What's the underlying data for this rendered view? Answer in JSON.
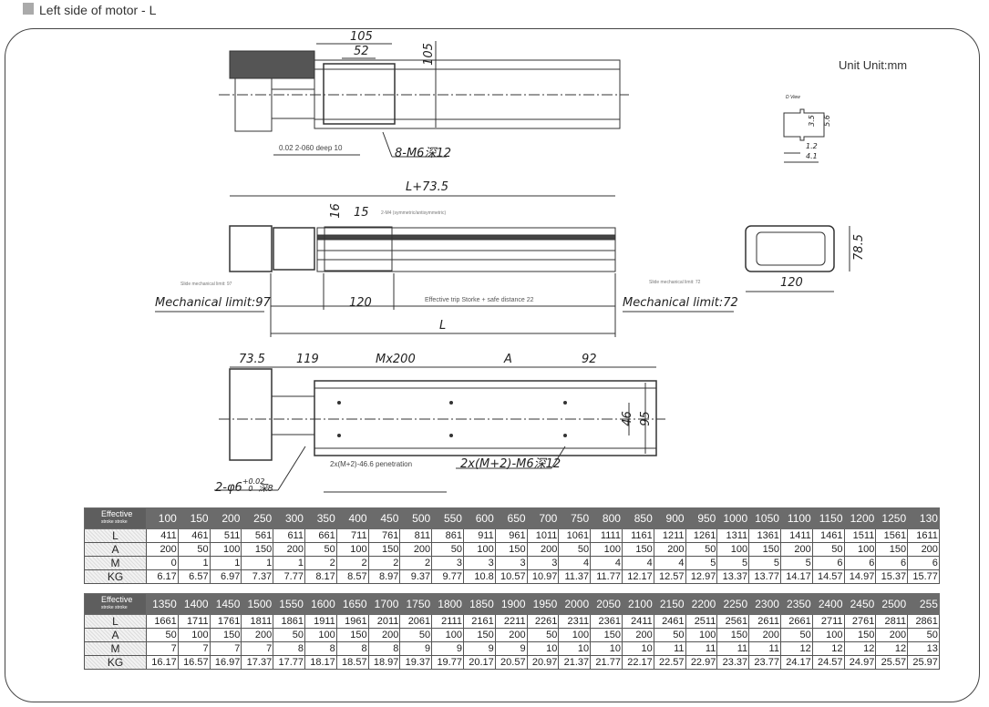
{
  "header": {
    "title": "Left side of motor - L"
  },
  "unit": "Unit Unit:mm",
  "top_view": {
    "dim_105_h": "105",
    "dim_52": "52",
    "dim_105_v": "105",
    "note_hole": "0.02 2-060 deep 10",
    "note_thread": "8-M6深12"
  },
  "d_view": {
    "title": "D View",
    "d1": "3.5",
    "d2": "5.6",
    "d3": "1.2",
    "d4": "4.1"
  },
  "side_view": {
    "total": "L+73.5",
    "dim_16": "16",
    "dim_15": "15",
    "note_m4": "2-M4 (symmetric/antisymmetric)",
    "slide_limit_left": "Slide mechanical limit: 97",
    "slide_limit_right": "Slide mechanical limit: 72",
    "mech_left": "Mechanical limit:97",
    "dim_120": "120",
    "effective": "Effective trip Storke + safe distance 22",
    "mech_right": "Mechanical limit:72",
    "L": "L"
  },
  "end_view": {
    "height": "78.5",
    "width": "120"
  },
  "bottom_view": {
    "d1": "73.5",
    "d2": "119",
    "d3": "Mx200",
    "d4": "A",
    "d5": "92",
    "h1": "46",
    "h2": "95",
    "pin": "2-φ6",
    "pin_tol": "+0.02",
    "pin_tol2": "0",
    "pin_depth": "深8",
    "penetration": "2x(M+2)-46.6 penetration",
    "thread": "2x(M+2)-M6深12"
  },
  "tables": [
    {
      "header_label": "Effective",
      "header_sub": "stroke stroke",
      "strokes": [
        "100",
        "150",
        "200",
        "250",
        "300",
        "350",
        "400",
        "450",
        "500",
        "550",
        "600",
        "650",
        "700",
        "750",
        "800",
        "850",
        "900",
        "950",
        "1000",
        "1050",
        "1100",
        "1150",
        "1200",
        "1250",
        "130"
      ],
      "rows": [
        {
          "label": "L",
          "values": [
            "411",
            "461",
            "511",
            "561",
            "611",
            "661",
            "711",
            "761",
            "811",
            "861",
            "911",
            "961",
            "1011",
            "1061",
            "1111",
            "1161",
            "1211",
            "1261",
            "1311",
            "1361",
            "1411",
            "1461",
            "1511",
            "1561",
            "1611"
          ]
        },
        {
          "label": "A",
          "values": [
            "200",
            "50",
            "100",
            "150",
            "200",
            "50",
            "100",
            "150",
            "200",
            "50",
            "100",
            "150",
            "200",
            "50",
            "100",
            "150",
            "200",
            "50",
            "100",
            "150",
            "200",
            "50",
            "100",
            "150",
            "200"
          ]
        },
        {
          "label": "M",
          "values": [
            "0",
            "1",
            "1",
            "1",
            "1",
            "2",
            "2",
            "2",
            "2",
            "3",
            "3",
            "3",
            "3",
            "4",
            "4",
            "4",
            "4",
            "5",
            "5",
            "5",
            "5",
            "6",
            "6",
            "6",
            "6"
          ]
        },
        {
          "label": "KG",
          "values": [
            "6.17",
            "6.57",
            "6.97",
            "7.37",
            "7.77",
            "8.17",
            "8.57",
            "8.97",
            "9.37",
            "9.77",
            "10.8",
            "10.57",
            "10.97",
            "11.37",
            "11.77",
            "12.17",
            "12.57",
            "12.97",
            "13.37",
            "13.77",
            "14.17",
            "14.57",
            "14.97",
            "15.37",
            "15.77"
          ]
        }
      ]
    },
    {
      "header_label": "Effective",
      "header_sub": "stroke stroke",
      "strokes": [
        "1350",
        "1400",
        "1450",
        "1500",
        "1550",
        "1600",
        "1650",
        "1700",
        "1750",
        "1800",
        "1850",
        "1900",
        "1950",
        "2000",
        "2050",
        "2100",
        "2150",
        "2200",
        "2250",
        "2300",
        "2350",
        "2400",
        "2450",
        "2500",
        "255"
      ],
      "rows": [
        {
          "label": "L",
          "values": [
            "1661",
            "1711",
            "1761",
            "1811",
            "1861",
            "1911",
            "1961",
            "2011",
            "2061",
            "2111",
            "2161",
            "2211",
            "2261",
            "2311",
            "2361",
            "2411",
            "2461",
            "2511",
            "2561",
            "2611",
            "2661",
            "2711",
            "2761",
            "2811",
            "2861"
          ]
        },
        {
          "label": "A",
          "values": [
            "50",
            "100",
            "150",
            "200",
            "50",
            "100",
            "150",
            "200",
            "50",
            "100",
            "150",
            "200",
            "50",
            "100",
            "150",
            "200",
            "50",
            "100",
            "150",
            "200",
            "50",
            "100",
            "150",
            "200",
            "50"
          ]
        },
        {
          "label": "M",
          "values": [
            "7",
            "7",
            "7",
            "7",
            "8",
            "8",
            "8",
            "8",
            "9",
            "9",
            "9",
            "9",
            "10",
            "10",
            "10",
            "10",
            "11",
            "11",
            "11",
            "11",
            "12",
            "12",
            "12",
            "12",
            "13"
          ]
        },
        {
          "label": "KG",
          "values": [
            "16.17",
            "16.57",
            "16.97",
            "17.37",
            "17.77",
            "18.17",
            "18.57",
            "18.97",
            "19.37",
            "19.77",
            "20.17",
            "20.57",
            "20.97",
            "21.37",
            "21.77",
            "22.17",
            "22.57",
            "22.97",
            "23.37",
            "23.77",
            "24.17",
            "24.57",
            "24.97",
            "25.57",
            "25.97"
          ]
        }
      ]
    }
  ]
}
